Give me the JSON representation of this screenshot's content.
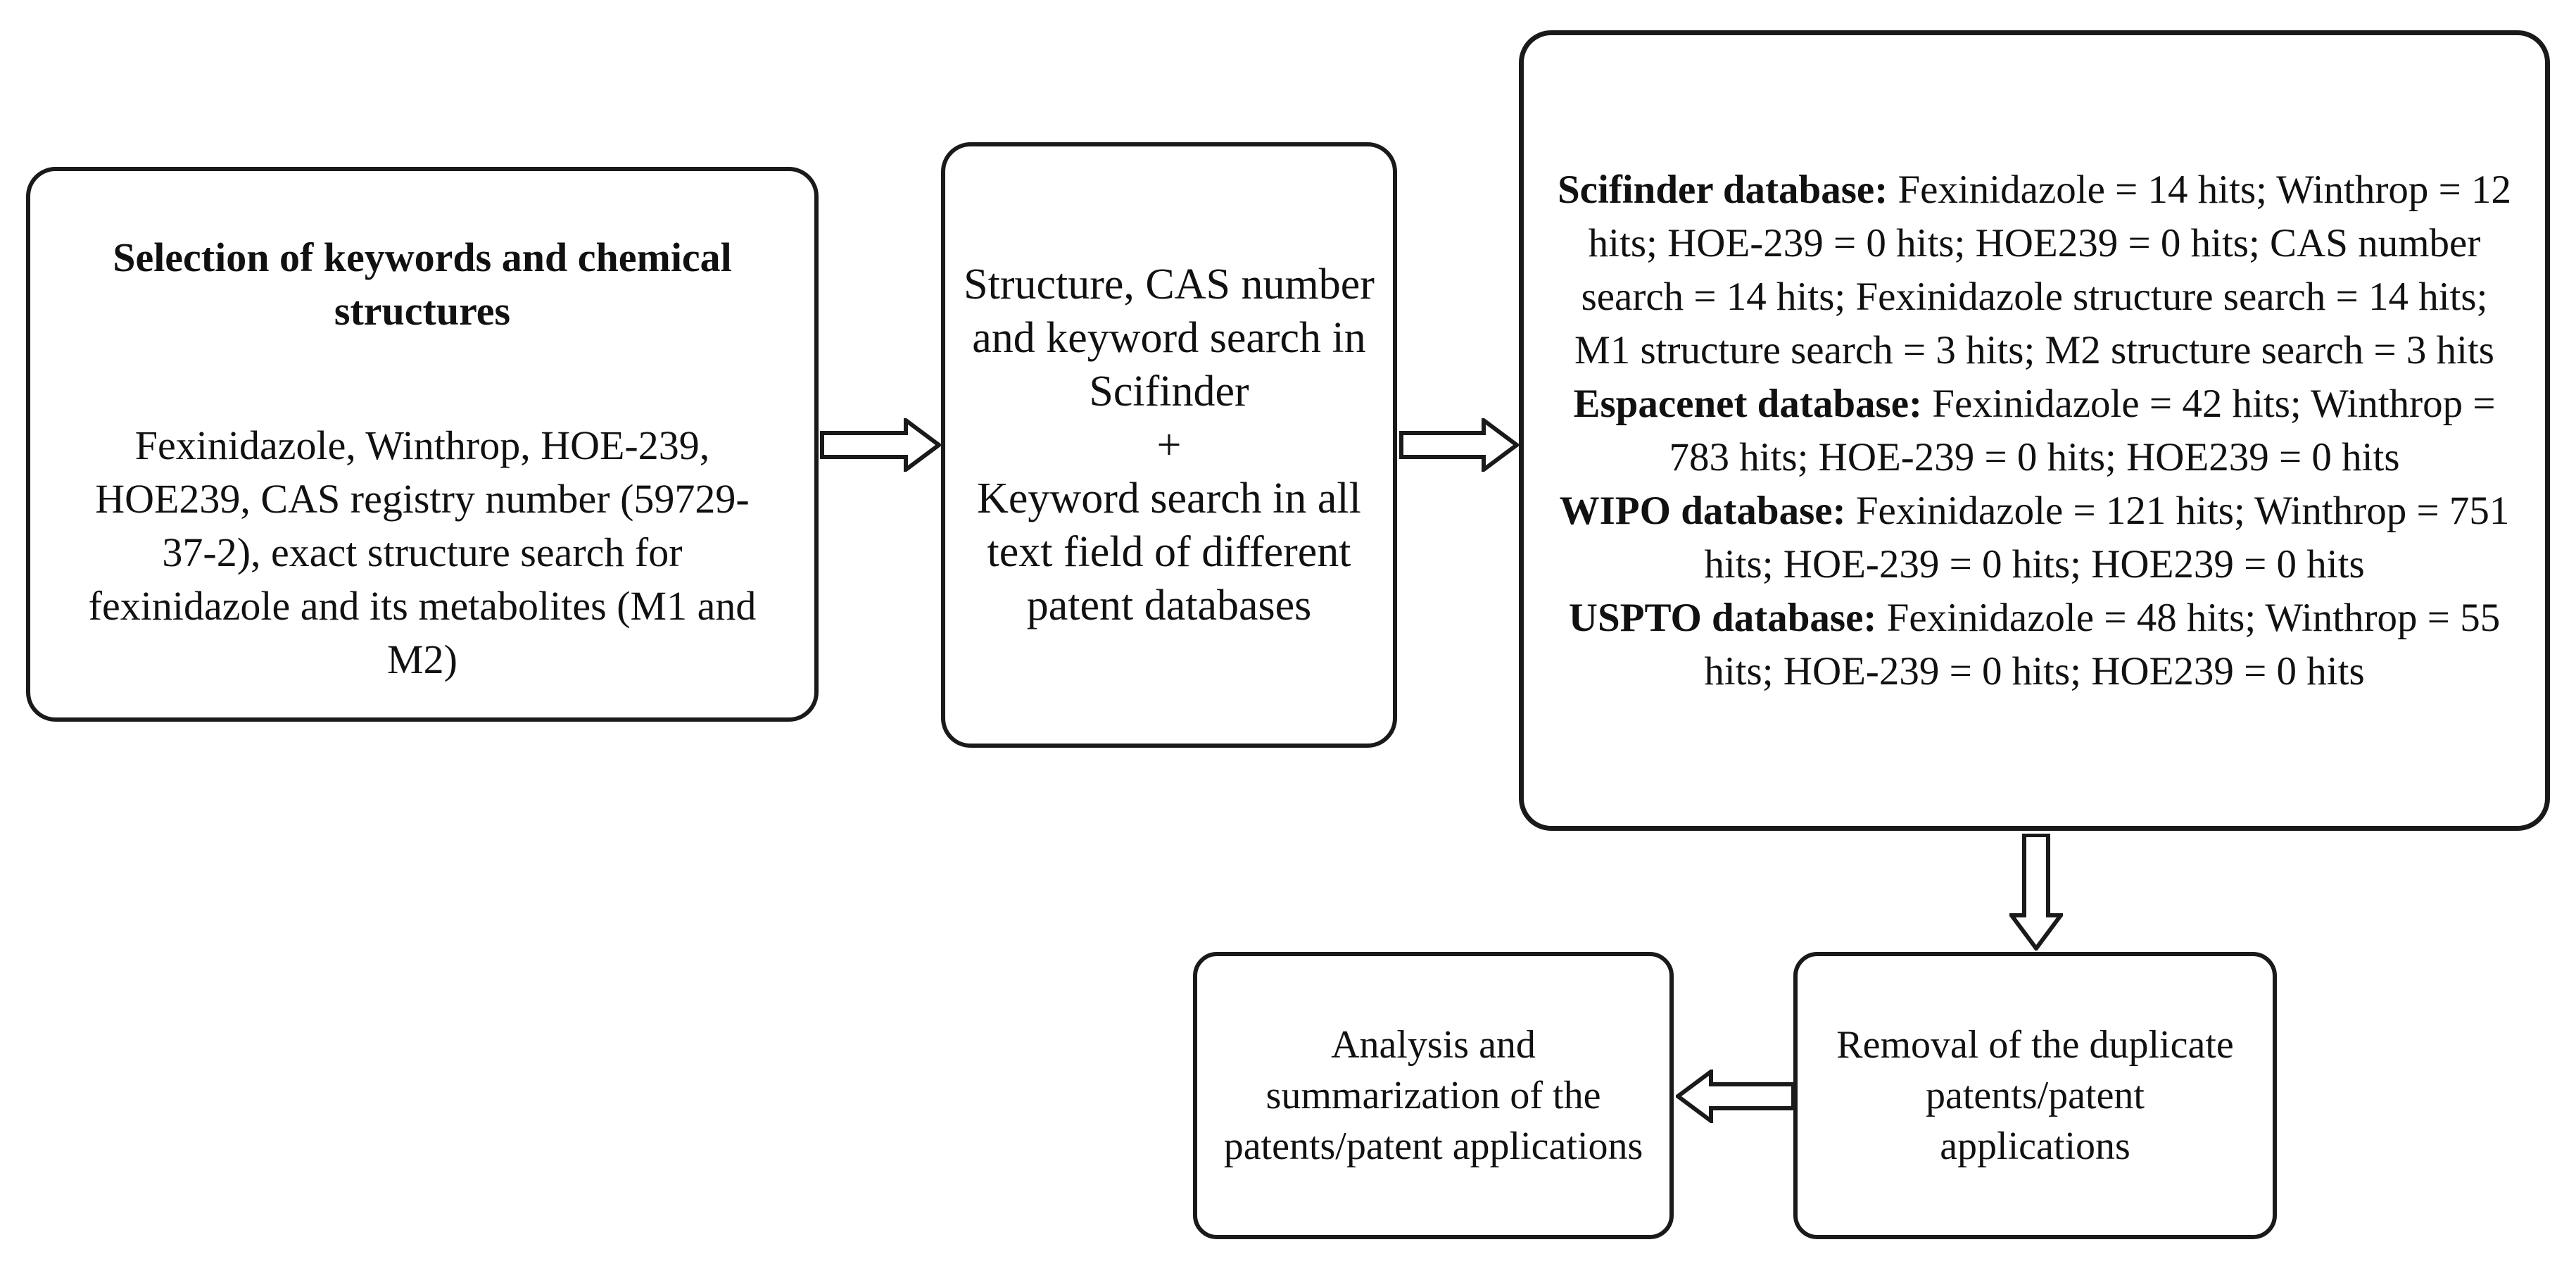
{
  "colors": {
    "background": "#ffffff",
    "line": "#1a1a1a",
    "text": "#111111"
  },
  "icons": [
    "arrow-right-icon",
    "arrow-right-icon",
    "arrow-down-icon",
    "arrow-left-icon"
  ],
  "boxes": {
    "keywords": {
      "title": "Selection of keywords and chemical structures",
      "body": "Fexinidazole, Winthrop, HOE-239, HOE239, CAS registry number (59729-37-2), exact structure search for fexinidazole and its metabolites (M1 and M2)"
    },
    "search": {
      "lines": [
        "Structure, CAS number",
        "and keyword search in",
        "Scifinder",
        "+",
        "Keyword search in all",
        "text field of different",
        "patent databases"
      ]
    },
    "results": {
      "entries": [
        {
          "label": "Scifinder database:",
          "text": " Fexinidazole = 14 hits; Winthrop = 12 hits; HOE-239 = 0 hits; HOE239 = 0 hits; CAS number search = 14 hits; Fexinidazole structure search = 14 hits; M1 structure search = 3 hits; M2 structure search = 3 hits"
        },
        {
          "label": "Espacenet database:",
          "text": " Fexinidazole = 42 hits; Winthrop = 783 hits; HOE-239 = 0 hits; HOE239 = 0 hits"
        },
        {
          "label": "WIPO database:",
          "text": " Fexinidazole = 121 hits; Winthrop = 751 hits; HOE-239 = 0 hits; HOE239 = 0 hits"
        },
        {
          "label": "USPTO database:",
          "text": " Fexinidazole = 48 hits; Winthrop = 55 hits; HOE-239 = 0 hits; HOE239 = 0 hits"
        }
      ]
    },
    "removal": {
      "text": "Removal of the duplicate patents/patent applications"
    },
    "analysis": {
      "text": "Analysis and summarization of the patents/patent applications"
    }
  }
}
